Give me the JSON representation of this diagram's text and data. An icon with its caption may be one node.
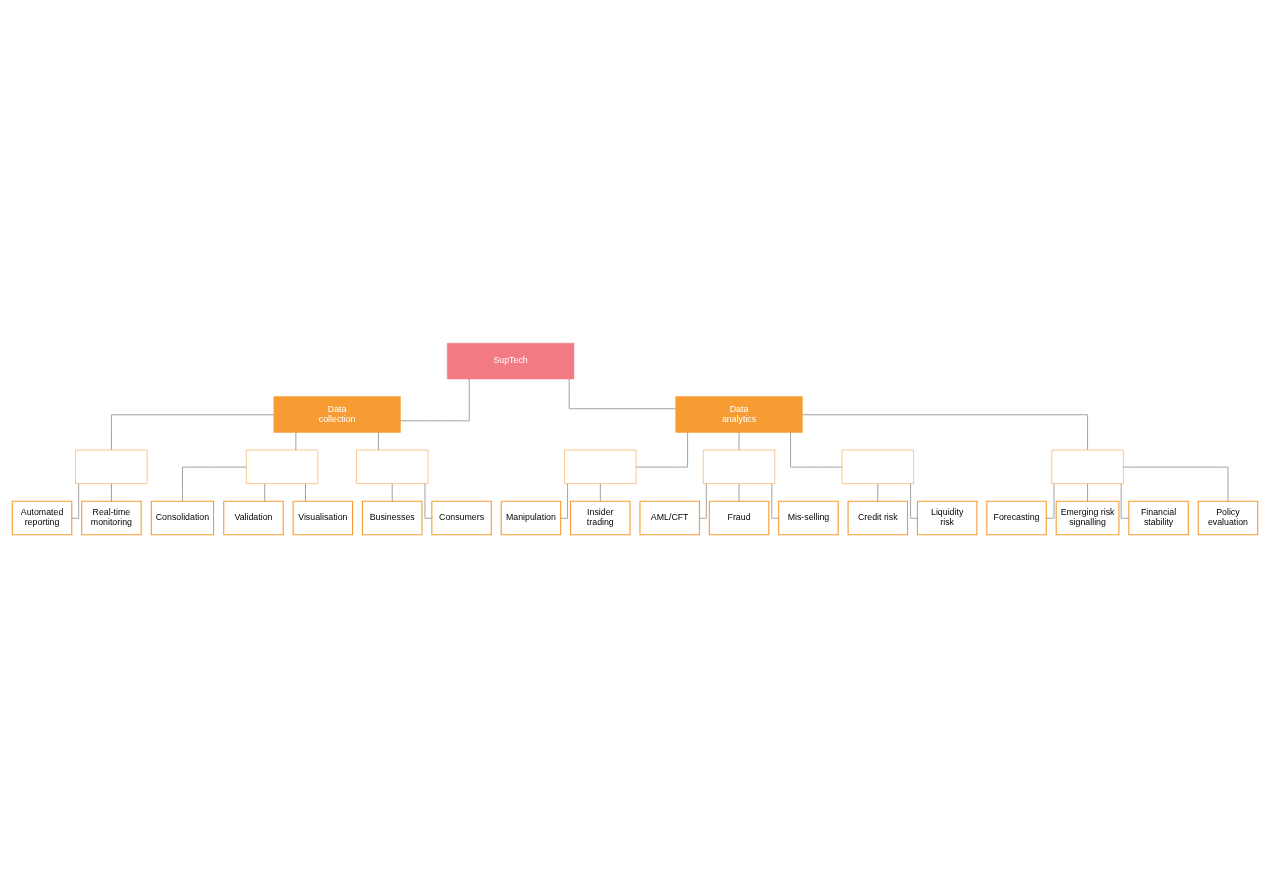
{
  "diagram": {
    "nodes": [
      {
        "text": [
          "SupTech"
        ]
      },
      {
        "text": [
          "Data collection"
        ]
      },
      {
        "text": [
          "Data analytics"
        ]
      },
      {
        "text": [],
        "shape": "box"
      },
      {
        "text": [],
        "shape": "box"
      },
      {
        "text": [
          "Automated reporting"
        ]
      },
      {
        "text": [
          "Real-time monitoring"
        ]
      },
      {
        "text": [
          "Consolidation"
        ]
      },
      {
        "text": [
          "Validation"
        ]
      },
      {
        "text": [
          "Visualisation"
        ]
      },
      {
        "text": [],
        "shape": "box"
      },
      {
        "text": [
          "Businesses"
        ]
      },
      {
        "text": [
          "Consumers"
        ]
      },
      {
        "text": [],
        "shape": "box"
      },
      {
        "text": [],
        "shape": "box"
      },
      {
        "text": [
          "Manipulation"
        ]
      },
      {
        "text": [
          "Insider trading"
        ]
      },
      {
        "text": [
          "AML/CFT"
        ]
      },
      {
        "text": [
          "Fraud"
        ]
      },
      {
        "text": [
          "Mis-selling"
        ]
      },
      {
        "text": [],
        "shape": "box"
      },
      {
        "text": [],
        "shape": "box"
      },
      {
        "text": [
          "Credit risk"
        ]
      },
      {
        "text": [
          "Liquidity risk"
        ]
      },
      {
        "text": [
          "Forecasting"
        ]
      },
      {
        "text": [
          "Emerging risk signalling"
        ]
      },
      {
        "text": [
          "Financial stability"
        ]
      },
      {
        "text": [
          "Policy evaluation"
        ]
      }
    ],
    "edges": [
      {
        "from": 0,
        "to": 1,
        "arrow": "none"
      },
      {
        "from": 0,
        "to": 2,
        "arrow": "none"
      },
      {
        "from": 1,
        "to": 3,
        "arrow": "none"
      },
      {
        "from": 1,
        "to": 4,
        "arrow": "none"
      },
      {
        "from": 1,
        "to": 10,
        "arrow": "none"
      },
      {
        "from": 3,
        "to": 5,
        "arrow": "none"
      },
      {
        "from": 3,
        "to": 6,
        "arrow": "none"
      },
      {
        "from": 4,
        "to": 7,
        "arrow": "none"
      },
      {
        "from": 4,
        "to": 8,
        "arrow": "none"
      },
      {
        "from": 4,
        "to": 9,
        "arrow": "none"
      },
      {
        "from": 10,
        "to": 11,
        "arrow": "none"
      },
      {
        "from": 10,
        "to": 12,
        "arrow": "none"
      },
      {
        "from": 2,
        "to": 13,
        "arrow": "none"
      },
      {
        "from": 2,
        "to": 14,
        "arrow": "none"
      },
      {
        "from": 2,
        "to": 20,
        "arrow": "none"
      },
      {
        "from": 2,
        "to": 21,
        "arrow": "none"
      },
      {
        "from": 13,
        "to": 15,
        "arrow": "none"
      },
      {
        "from": 13,
        "to": 16,
        "arrow": "none"
      },
      {
        "from": 14,
        "to": 17,
        "arrow": "none"
      },
      {
        "from": 14,
        "to": 18,
        "arrow": "none"
      },
      {
        "from": 14,
        "to": 19,
        "arrow": "none"
      },
      {
        "from": 20,
        "to": 22,
        "arrow": "none"
      },
      {
        "from": 20,
        "to": 23,
        "arrow": "none"
      },
      {
        "from": 21,
        "to": 24,
        "arrow": "none"
      },
      {
        "from": 21,
        "to": 25,
        "arrow": "none"
      },
      {
        "from": 21,
        "to": 26,
        "arrow": "none"
      },
      {
        "from": 21,
        "to": 27,
        "arrow": "none"
      }
    ]
  }
}
